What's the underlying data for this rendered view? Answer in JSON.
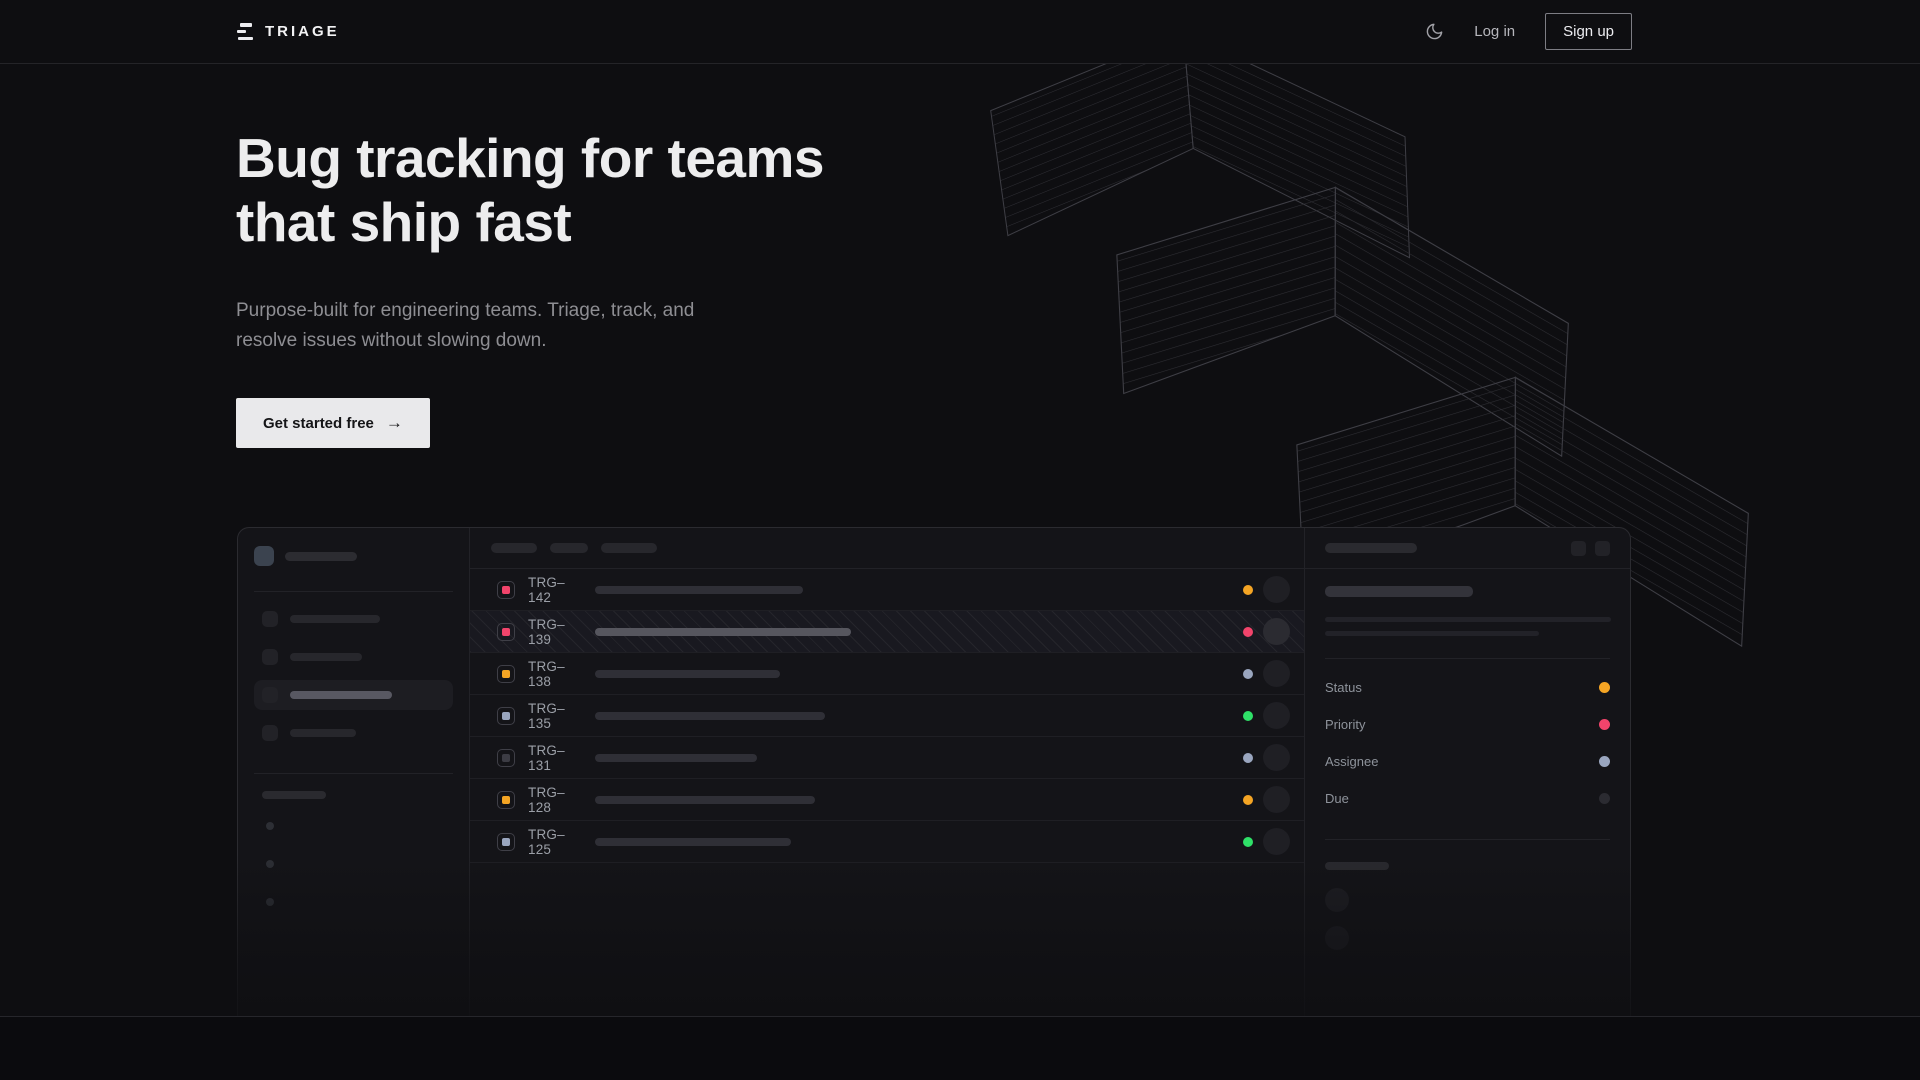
{
  "brand": {
    "name": "TRIAGE"
  },
  "nav": {
    "login_label": "Log in",
    "signup_label": "Sign up"
  },
  "hero": {
    "heading": "Bug tracking for teams\nthat ship fast",
    "subheading": "Purpose-built for engineering teams. Triage, track, and resolve issues without slowing down.",
    "cta_label": "Get started free",
    "cta_arrow": "→"
  },
  "colors": {
    "amber": "#f5a524",
    "pink": "#f2446b",
    "blue": "#9aa6bf",
    "green": "#2fe168",
    "dark": "#3c3c44",
    "muted": "#2b2b31"
  },
  "mockup": {
    "issues": [
      {
        "id": "TRG–142",
        "icon": "pink",
        "bar": 208,
        "dot": "amber",
        "hatched": false
      },
      {
        "id": "TRG–139",
        "icon": "pink",
        "bar": 256,
        "dot": "pink",
        "hatched": true
      },
      {
        "id": "TRG–138",
        "icon": "amber",
        "bar": 185,
        "dot": "blue",
        "hatched": false
      },
      {
        "id": "TRG–135",
        "icon": "blue",
        "bar": 230,
        "dot": "green",
        "hatched": false
      },
      {
        "id": "TRG–131",
        "icon": "dark",
        "bar": 162,
        "dot": "blue",
        "hatched": false
      },
      {
        "id": "TRG–128",
        "icon": "amber",
        "bar": 220,
        "dot": "amber",
        "hatched": false
      },
      {
        "id": "TRG–125",
        "icon": "blue",
        "bar": 196,
        "dot": "green",
        "hatched": false
      }
    ],
    "panel": {
      "fields": [
        {
          "label": "Status",
          "dot": "amber"
        },
        {
          "label": "Priority",
          "dot": "pink"
        },
        {
          "label": "Assignee",
          "dot": "blue"
        },
        {
          "label": "Due",
          "dot": "muted"
        }
      ]
    }
  }
}
